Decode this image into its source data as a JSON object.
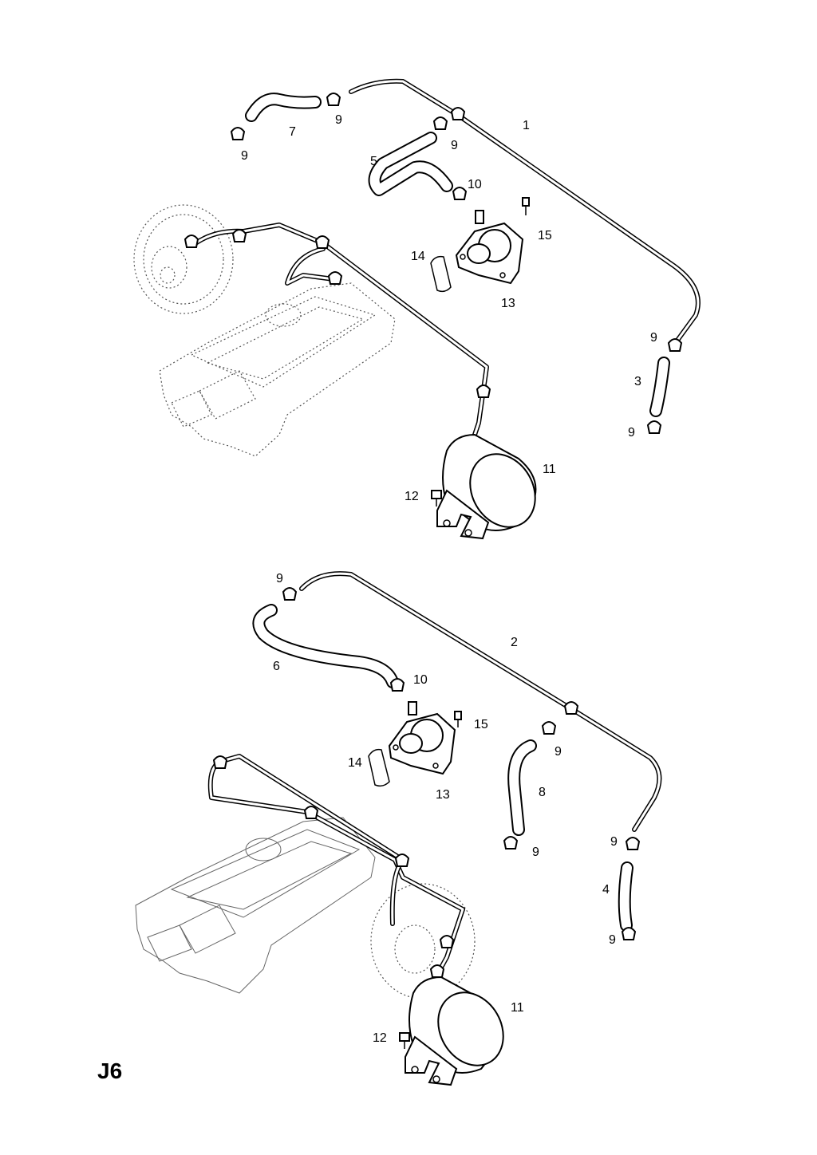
{
  "page_code": "J6",
  "upper_view": {
    "callouts": [
      "1",
      "3",
      "5",
      "7",
      "9",
      "9",
      "9",
      "9",
      "9",
      "10",
      "11",
      "12",
      "13",
      "14",
      "15"
    ]
  },
  "lower_view": {
    "callouts": [
      "2",
      "4",
      "6",
      "8",
      "9",
      "9",
      "9",
      "9",
      "9",
      "10",
      "11",
      "12",
      "13",
      "14",
      "15"
    ]
  }
}
